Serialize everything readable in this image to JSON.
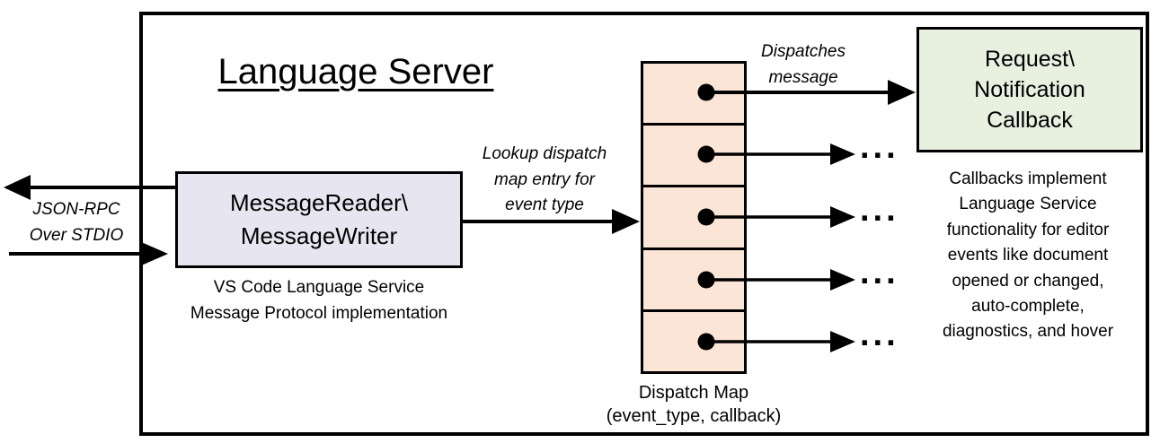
{
  "diagram": {
    "title": "Language Server",
    "reader_box": {
      "line1": "MessageReader\\",
      "line2": "MessageWriter"
    },
    "reader_caption": {
      "line1": "VS Code Language Service",
      "line2": "Message Protocol implementation"
    },
    "jsonrpc_label": {
      "line1": "JSON-RPC",
      "line2": "Over STDIO"
    },
    "lookup_label": {
      "line1": "Lookup dispatch",
      "line2": "map entry for",
      "line3": "event type"
    },
    "dispatches_label": {
      "line1": "Dispatches",
      "line2": "message"
    },
    "callback_box": {
      "line1": "Request\\",
      "line2": "Notification",
      "line3": "Callback"
    },
    "callbacks_note": [
      "Callbacks implement",
      "Language Service",
      "functionality for editor",
      "events like document",
      "opened or changed,",
      "auto-complete,",
      "diagnostics, and hover"
    ],
    "dispatch_map_label": {
      "line1": "Dispatch Map",
      "line2": "(event_type, callback)"
    },
    "ellipsis": "...",
    "colors": {
      "reader_fill": "#E7E6F0",
      "dispatch_map_fill": "#FBE5D6",
      "callback_fill": "#E8F1E0",
      "line": "#000000",
      "background": "#FFFFFF"
    }
  }
}
